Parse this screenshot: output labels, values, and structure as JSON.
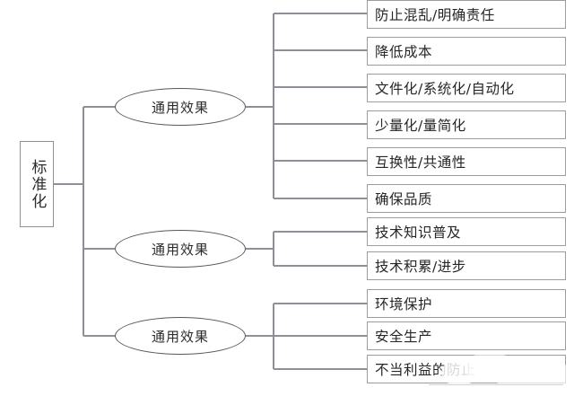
{
  "diagram": {
    "type": "tree",
    "title_text": "标准化",
    "root": {
      "label": "标准化",
      "orientation": "vertical-text"
    },
    "branches": [
      {
        "node_label": "通用效果",
        "leaves": [
          "防止混乱/明确责任",
          "降低成本",
          "文件化/系统化/自动化",
          "少量化/量简化",
          "互换性/共通性",
          "确保品质"
        ]
      },
      {
        "node_label": "通用效果",
        "leaves": [
          "技术知识普及",
          "技术积累/进步"
        ]
      },
      {
        "node_label": "通用效果",
        "leaves": [
          "环境保护",
          "安全生产",
          "不当利益的防止"
        ]
      }
    ],
    "colors": {
      "background": "#ffffff",
      "connector": "#8d9097",
      "box_border": "#9a9ca1",
      "ellipse_border": "#55575c",
      "text": "#262626"
    }
  }
}
